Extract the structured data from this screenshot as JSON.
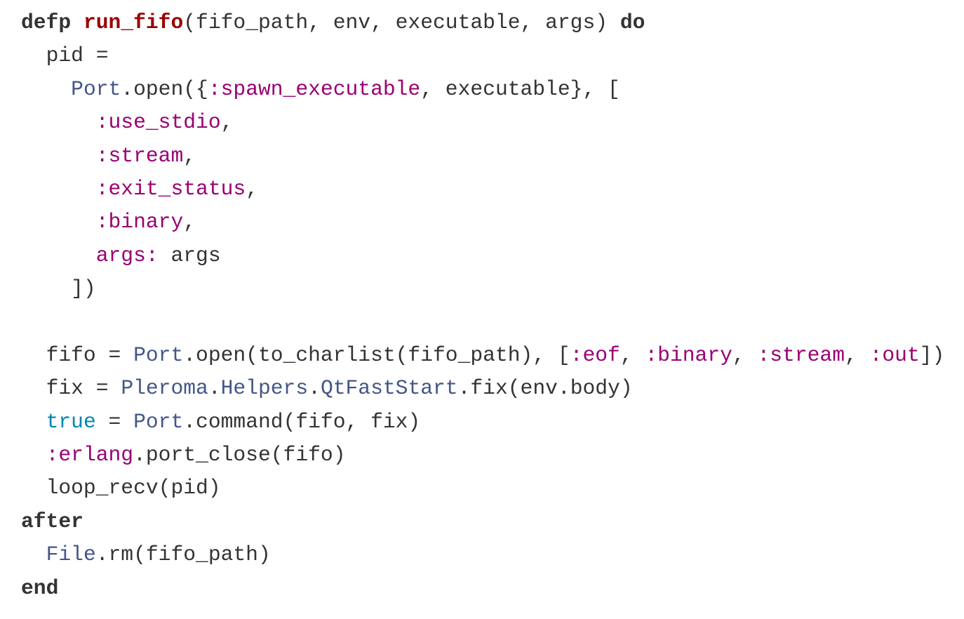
{
  "code": {
    "language": "elixir",
    "lines": [
      [
        [
          "kw",
          "defp"
        ],
        [
          "p",
          " "
        ],
        [
          "fn",
          "run_fifo"
        ],
        [
          "p",
          "(fifo_path, env, executable, args) "
        ],
        [
          "kw",
          "do"
        ]
      ],
      [
        [
          "p",
          "  pid ="
        ]
      ],
      [
        [
          "p",
          "    "
        ],
        [
          "mod",
          "Port"
        ],
        [
          "p",
          ".open({"
        ],
        [
          "atom",
          ":spawn_executable"
        ],
        [
          "p",
          ", executable}, ["
        ]
      ],
      [
        [
          "p",
          "      "
        ],
        [
          "atom",
          ":use_stdio"
        ],
        [
          "p",
          ","
        ]
      ],
      [
        [
          "p",
          "      "
        ],
        [
          "atom",
          ":stream"
        ],
        [
          "p",
          ","
        ]
      ],
      [
        [
          "p",
          "      "
        ],
        [
          "atom",
          ":exit_status"
        ],
        [
          "p",
          ","
        ]
      ],
      [
        [
          "p",
          "      "
        ],
        [
          "atom",
          ":binary"
        ],
        [
          "p",
          ","
        ]
      ],
      [
        [
          "p",
          "      "
        ],
        [
          "atom",
          "args:"
        ],
        [
          "p",
          " args"
        ]
      ],
      [
        [
          "p",
          "    ])"
        ]
      ],
      [],
      [
        [
          "p",
          "  fifo = "
        ],
        [
          "mod",
          "Port"
        ],
        [
          "p",
          ".open(to_charlist(fifo_path), ["
        ],
        [
          "atom",
          ":eof"
        ],
        [
          "p",
          ", "
        ],
        [
          "atom",
          ":binary"
        ],
        [
          "p",
          ", "
        ],
        [
          "atom",
          ":stream"
        ],
        [
          "p",
          ", "
        ],
        [
          "atom",
          ":out"
        ],
        [
          "p",
          "])"
        ]
      ],
      [
        [
          "p",
          "  fix = "
        ],
        [
          "mod",
          "Pleroma"
        ],
        [
          "p",
          "."
        ],
        [
          "mod",
          "Helpers"
        ],
        [
          "p",
          "."
        ],
        [
          "mod",
          "QtFastStart"
        ],
        [
          "p",
          ".fix(env.body)"
        ]
      ],
      [
        [
          "p",
          "  "
        ],
        [
          "lit",
          "true"
        ],
        [
          "p",
          " = "
        ],
        [
          "mod",
          "Port"
        ],
        [
          "p",
          ".command(fifo, fix)"
        ]
      ],
      [
        [
          "p",
          "  "
        ],
        [
          "atom",
          ":erlang"
        ],
        [
          "p",
          ".port_close(fifo)"
        ]
      ],
      [
        [
          "p",
          "  loop_recv(pid)"
        ]
      ],
      [
        [
          "kw",
          "after"
        ]
      ],
      [
        [
          "p",
          "  "
        ],
        [
          "mod",
          "File"
        ],
        [
          "p",
          ".rm(fifo_path)"
        ]
      ],
      [
        [
          "kw",
          "end"
        ]
      ]
    ]
  },
  "colors": {
    "text": "#333333",
    "function_name": "#990000",
    "module": "#445588",
    "atom": "#990073",
    "literal": "#0086b3"
  }
}
